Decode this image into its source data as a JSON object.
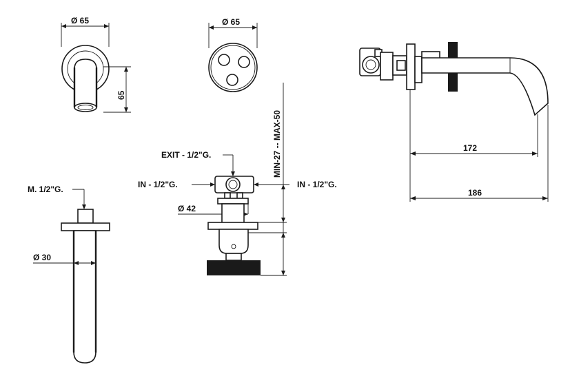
{
  "labels": {
    "spout_top_diameter": "Ø 65",
    "spout_side_height": "65",
    "handle_top_diameter": "Ø 65",
    "exit_label": "EXIT - 1/2\"G.",
    "in_left_label": "IN - 1/2\"G.",
    "in_right_label": "IN - 1/2\"G.",
    "wall_range": "MIN-27 -- MAX-50",
    "body_diameter": "Ø 42",
    "male_thread": "M. 1/2\"G.",
    "spout_diameter": "Ø 30",
    "projection_inner": "172",
    "projection_outer": "186"
  }
}
